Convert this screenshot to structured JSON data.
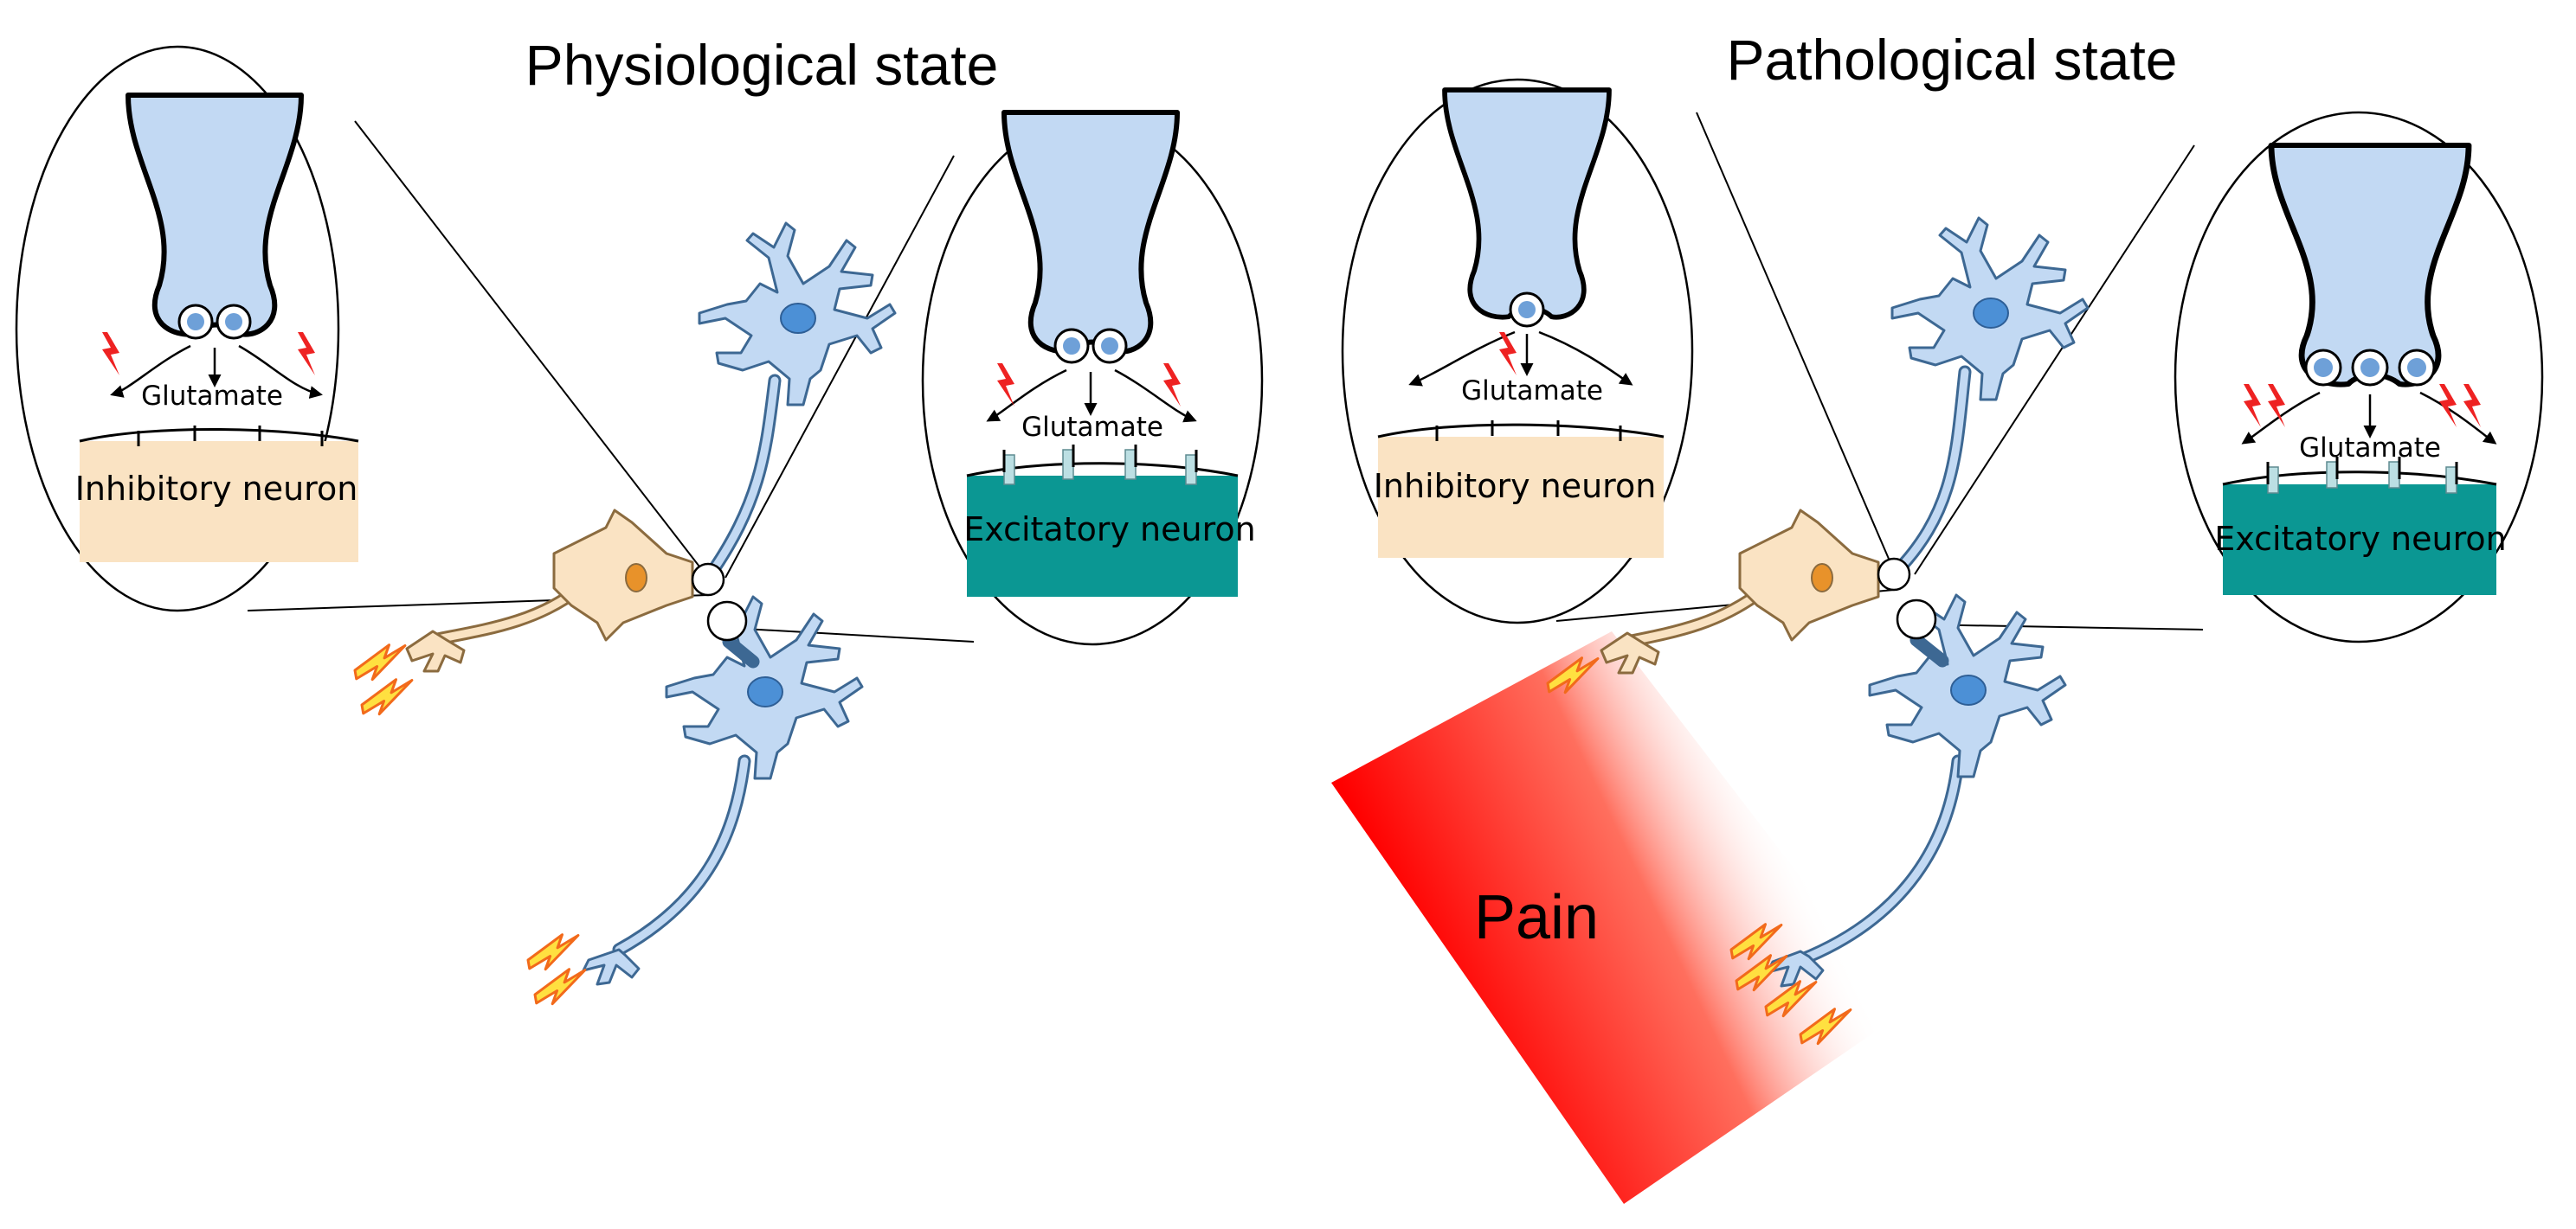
{
  "panels": {
    "physiological": {
      "title": "Physiological state",
      "inhibitory_inset": {
        "transmitter": "Glutamate",
        "neuron_label": "Inhibitory neuron"
      },
      "excitatory_inset": {
        "transmitter": "Glutamate",
        "neuron_label": "Excitatory neuron"
      }
    },
    "pathological": {
      "title": "Pathological state",
      "inhibitory_inset": {
        "transmitter": "Glutamate",
        "neuron_label": "Inhibitory neuron"
      },
      "excitatory_inset": {
        "transmitter": "Glutamate",
        "neuron_label": "Excitatory neuron"
      },
      "pain_label": "Pain"
    }
  },
  "colors": {
    "presynaptic_terminal": "#c2d9f3",
    "inhibitory_neuron": "#fae3c3",
    "excitatory_neuron": "#0b9793",
    "pain_gradient": "#ff0000",
    "signal_spark": "#ee2222",
    "lightning_bolt": "#ffe040"
  },
  "icons": [
    "lightning-bolt-icon",
    "spark-icon",
    "neuron-icon",
    "synaptic-vesicle-icon"
  ]
}
